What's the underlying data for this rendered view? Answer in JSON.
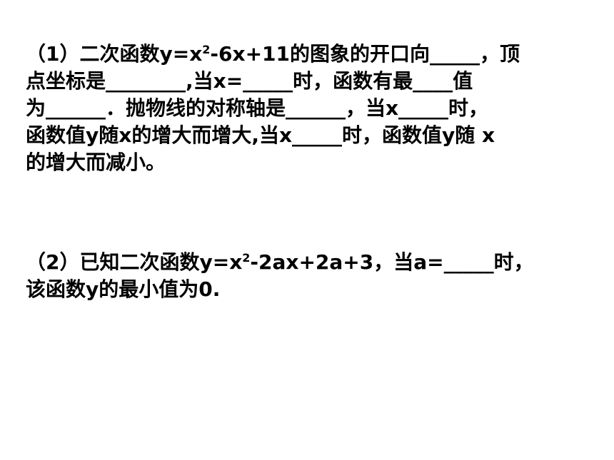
{
  "problem1": {
    "l1a": "（1）二次函数y=x",
    "l1sup": "2",
    "l1b": "-6x+11的图象的开口向_____，顶",
    "l2": "点坐标是________,当x=_____时，函数有最____值",
    "l3": "为______．抛物线的对称轴是______，当x_____时，",
    "l4": "函数值y随x的增大而增大,当x_____时，函数值y随 x",
    "l5": "的增大而减小。"
  },
  "problem2": {
    "l1a": "（2）已知二次函数y=x",
    "l1sup": "2",
    "l1b": "-2ax+2a+3，当a=_____时，",
    "l2": "该函数y的最小值为0."
  }
}
